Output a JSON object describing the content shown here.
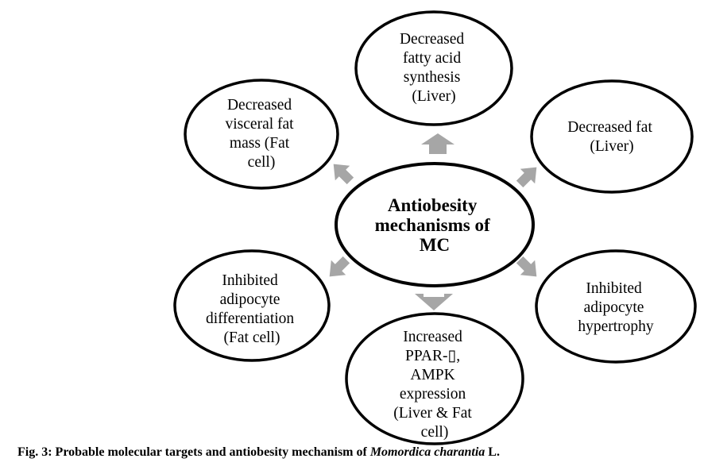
{
  "diagram": {
    "center": {
      "lines": [
        "Antiobesity",
        "mechanisms of",
        "MC"
      ]
    },
    "nodes": [
      {
        "id": "top",
        "lines": [
          "Decreased",
          "fatty acid",
          "synthesis",
          "(Liver)"
        ]
      },
      {
        "id": "upper-left",
        "lines": [
          "Decreased",
          "visceral fat",
          "mass (Fat",
          "cell)"
        ]
      },
      {
        "id": "upper-right",
        "lines": [
          "Decreased fat",
          "(Liver)"
        ]
      },
      {
        "id": "lower-left",
        "lines": [
          "Inhibited",
          "adipocyte",
          "differentiation",
          "(Fat cell)"
        ]
      },
      {
        "id": "lower-right",
        "lines": [
          "Inhibited",
          "adipocyte",
          "hypertrophy"
        ]
      },
      {
        "id": "bottom",
        "lines": [
          "Increased",
          "PPAR-▯,",
          "AMPK",
          "expression",
          "(Liver & Fat",
          "cell)"
        ]
      }
    ],
    "colors": {
      "stroke": "#000000",
      "arrow": "#a6a6a6"
    }
  },
  "caption": {
    "prefix": "Fig. 3: Probable molecular targets and antiobesity mechanism of ",
    "species": "Momordica charantia",
    "suffix": " L."
  }
}
